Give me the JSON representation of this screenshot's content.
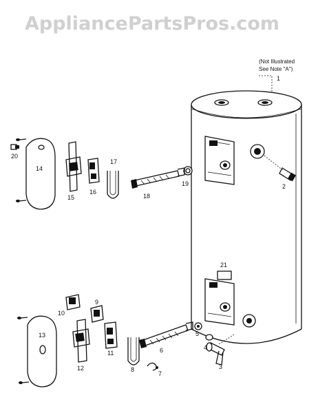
{
  "watermark": "AppliancePartsPros.com",
  "note": {
    "line1": "(Not Illustrated",
    "line2": "See Note \"A\")"
  },
  "callouts": {
    "c1": "1",
    "c2": "2",
    "c3": "3",
    "c4": "4",
    "c5": "5",
    "c6": "6",
    "c7": "7",
    "c8": "8",
    "c9": "9",
    "c10": "10",
    "c11": "11",
    "c12": "12",
    "c13": "13",
    "c14": "14",
    "c15": "15",
    "c16": "16",
    "c17": "17",
    "c18": "18",
    "c19": "19",
    "c20": "20",
    "c21": "21"
  }
}
